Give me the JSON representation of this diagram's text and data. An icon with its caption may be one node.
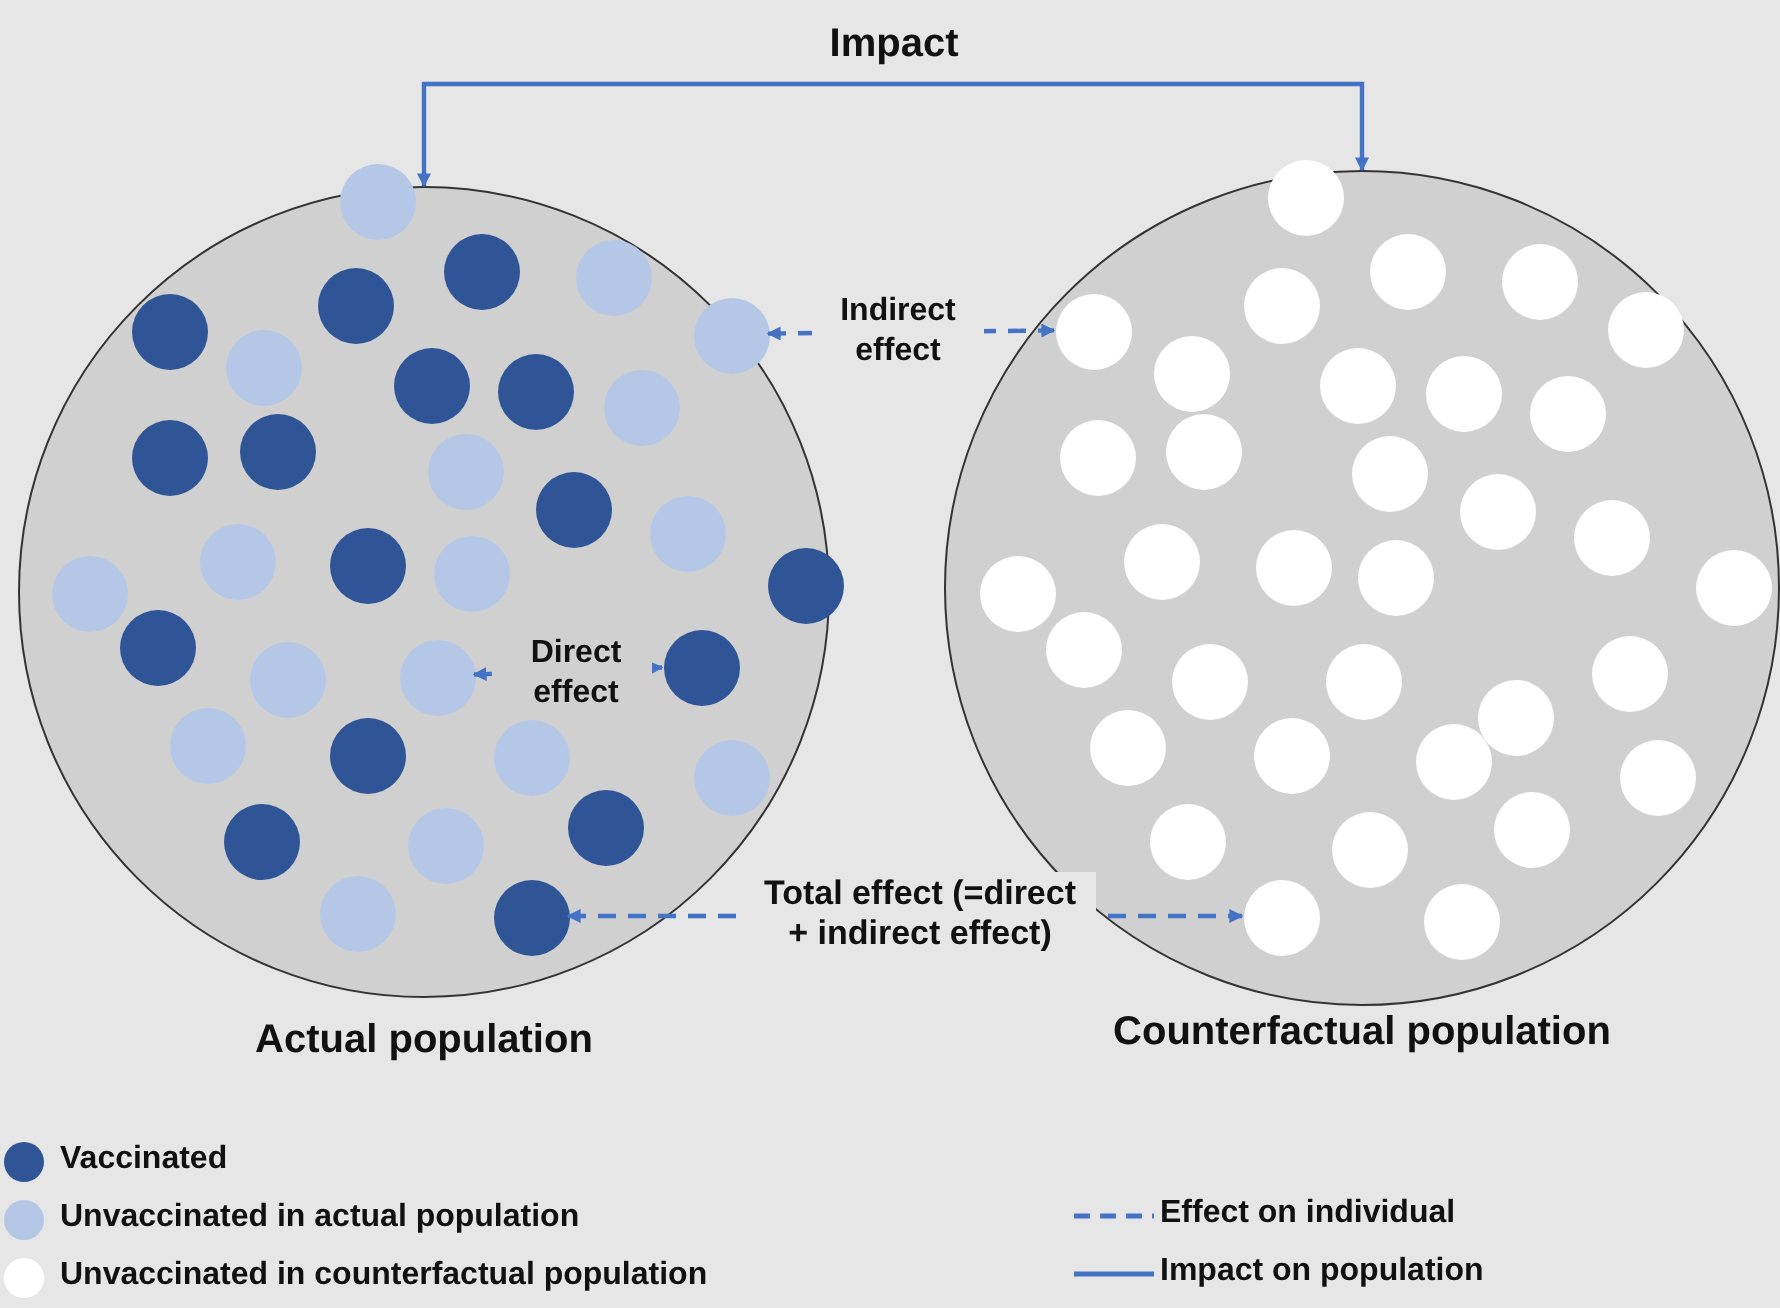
{
  "diagram": {
    "nodes": [
      {
        "text": [
          "Actual population"
        ]
      },
      {
        "text": [
          "Counterfactual population"
        ]
      },
      {
        "text": [],
        "shape": "circle",
        "in": 0
      },
      {
        "text": [],
        "shape": "circle",
        "in": 0
      },
      {
        "text": [],
        "shape": "circle",
        "in": 0
      },
      {
        "text": [],
        "shape": "circle",
        "in": 0
      },
      {
        "text": [],
        "shape": "circle",
        "in": 0
      },
      {
        "text": [],
        "shape": "circle",
        "in": 0
      },
      {
        "text": [],
        "shape": "circle",
        "in": 0
      },
      {
        "text": [],
        "shape": "circle",
        "in": 0
      },
      {
        "text": [],
        "shape": "circle",
        "in": 0
      },
      {
        "text": [],
        "shape": "circle",
        "in": 0
      },
      {
        "text": [],
        "shape": "circle",
        "in": 0
      },
      {
        "text": [],
        "shape": "circle",
        "in": 0
      },
      {
        "text": [],
        "shape": "circle",
        "in": 0
      },
      {
        "text": [],
        "shape": "circle",
        "in": 0
      },
      {
        "text": [],
        "shape": "circle",
        "in": 0
      },
      {
        "text": [],
        "shape": "circle",
        "in": 0
      },
      {
        "text": [],
        "shape": "circle",
        "in": 0
      },
      {
        "text": [],
        "shape": "circle",
        "in": 0
      },
      {
        "text": [],
        "shape": "circle",
        "in": 0
      },
      {
        "text": [],
        "shape": "circle",
        "in": 0
      },
      {
        "text": [],
        "shape": "circle",
        "in": 0
      },
      {
        "text": [],
        "shape": "circle",
        "in": 0
      },
      {
        "text": [],
        "shape": "circle",
        "in": 0
      },
      {
        "text": [],
        "shape": "circle",
        "in": 0
      },
      {
        "text": [],
        "shape": "circle",
        "in": 0
      },
      {
        "text": [],
        "shape": "circle",
        "in": 0
      },
      {
        "text": [],
        "shape": "circle",
        "in": 0
      },
      {
        "text": [],
        "shape": "circle",
        "in": 0
      },
      {
        "text": [],
        "shape": "circle",
        "in": 0
      },
      {
        "text": [],
        "shape": "circle",
        "in": 0
      },
      {
        "text": [],
        "shape": "circle",
        "in": 0
      },
      {
        "text": [],
        "shape": "circle",
        "in": 0
      },
      {
        "text": [],
        "shape": "circle",
        "in": 0
      },
      {
        "text": [],
        "shape": "circle",
        "in": 1
      },
      {
        "text": [],
        "shape": "circle",
        "in": 1
      },
      {
        "text": [],
        "shape": "circle",
        "in": 1
      },
      {
        "text": [],
        "shape": "circle",
        "in": 1
      },
      {
        "text": [],
        "shape": "circle",
        "in": 1
      },
      {
        "text": [],
        "shape": "circle",
        "in": 1
      },
      {
        "text": [],
        "shape": "circle",
        "in": 1
      },
      {
        "text": [],
        "shape": "circle",
        "in": 1
      },
      {
        "text": [],
        "shape": "circle",
        "in": 1
      },
      {
        "text": [],
        "shape": "circle",
        "in": 1
      },
      {
        "text": [],
        "shape": "circle",
        "in": 1
      },
      {
        "text": [],
        "shape": "circle",
        "in": 1
      },
      {
        "text": [],
        "shape": "circle",
        "in": 1
      },
      {
        "text": [],
        "shape": "circle",
        "in": 1
      },
      {
        "text": [],
        "shape": "circle",
        "in": 1
      },
      {
        "text": [],
        "shape": "circle",
        "in": 1
      },
      {
        "text": [],
        "shape": "circle",
        "in": 1
      },
      {
        "text": [],
        "shape": "circle",
        "in": 1
      },
      {
        "text": [],
        "shape": "circle",
        "in": 1
      },
      {
        "text": [],
        "shape": "circle",
        "in": 1
      },
      {
        "text": [],
        "shape": "circle",
        "in": 1
      },
      {
        "text": [],
        "shape": "circle",
        "in": 1
      },
      {
        "text": [],
        "shape": "circle",
        "in": 1
      },
      {
        "text": [],
        "shape": "circle",
        "in": 1
      },
      {
        "text": [],
        "shape": "circle",
        "in": 1
      },
      {
        "text": [],
        "shape": "circle",
        "in": 1
      },
      {
        "text": [],
        "shape": "circle",
        "in": 1
      },
      {
        "text": [],
        "shape": "circle",
        "in": 1
      },
      {
        "text": [],
        "shape": "circle",
        "in": 1
      },
      {
        "text": [],
        "shape": "circle",
        "in": 1
      },
      {
        "text": [],
        "shape": "circle",
        "in": 1
      },
      {
        "text": [],
        "shape": "circle",
        "in": 1
      },
      {
        "text": [],
        "shape": "circle",
        "in": 1
      },
      {
        "text": [],
        "shape": "circle",
        "in": 1
      }
    ],
    "edges": [
      {
        "from": 0,
        "to": 1,
        "arrow": "both",
        "label": "Impact"
      },
      {
        "from": 7,
        "to": 40,
        "arrow": "both",
        "label": "Indirect effect",
        "style": "dashed"
      },
      {
        "from": 24,
        "to": 23,
        "arrow": "both",
        "label": "Direct effect",
        "style": "dashed"
      },
      {
        "from": 34,
        "to": 67,
        "arrow": "both",
        "label": "Total effect (=direct + indirect effect)",
        "style": "dashed"
      }
    ],
    "legend": [
      {
        "text": "Vaccinated",
        "color": "#2f5597"
      },
      {
        "text": "Unvaccinated in actual population",
        "color": "#b4c7e7"
      },
      {
        "text": "Unvaccinated in counterfactual population",
        "color": "#ffffff"
      },
      {
        "text": "Effect on individual"
      },
      {
        "text": "Impact on population"
      }
    ]
  }
}
